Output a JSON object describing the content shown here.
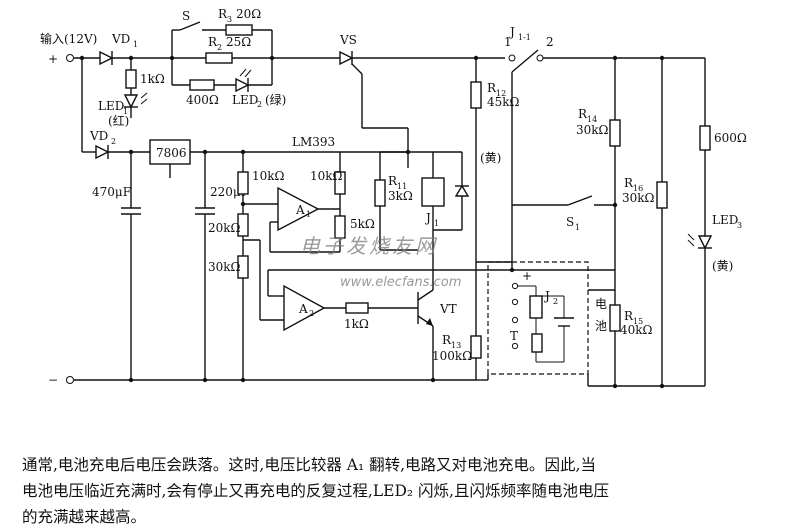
{
  "labels": {
    "input": "输入(12V)",
    "vd1": "VD",
    "vd1_sub": "1",
    "s_switch": "S",
    "r3": "R",
    "r3_sub": "3",
    "r3_val": "20Ω",
    "r2": "R",
    "r2_sub": "2",
    "r2_val": "25Ω",
    "vs": "VS",
    "j_contact": "J",
    "j_contact_sub": "1-1",
    "contact_1": "1",
    "contact_2": "2",
    "r_1k_a": "1kΩ",
    "led1": "LED",
    "led1_sub": "1",
    "led1_color": "(红)",
    "r_400": "400Ω",
    "led2": "LED",
    "led2_sub": "2",
    "led2_color": "(绿)",
    "vd2": "VD",
    "vd2_sub": "2",
    "reg_7806": "7806",
    "lm393": "LM393",
    "c_470": "470μF",
    "c_220": "220μF",
    "r_10k_a": "10kΩ",
    "r_10k_b": "10kΩ",
    "r_20k": "20kΩ",
    "r_30k": "30kΩ",
    "r_5k": "5kΩ",
    "a1": "A",
    "a1_sub": "1",
    "a2": "A",
    "a2_sub": "2",
    "r_1k_b": "1kΩ",
    "r11": "R",
    "r11_sub": "11",
    "r11_val": "3kΩ",
    "j1": "J",
    "j1_sub": "1",
    "vt": "VT",
    "r13": "R",
    "r13_sub": "13",
    "r13_val": "100kΩ",
    "r12": "R",
    "r12_sub": "12",
    "r12_val": "45kΩ",
    "yellow_a": "(黄)",
    "r14": "R",
    "r14_sub": "14",
    "r14_val": "30kΩ",
    "s1": "S",
    "s1_sub": "1",
    "r16": "R",
    "r16_sub": "16",
    "r16_val": "30kΩ",
    "r15": "R",
    "r15_sub": "15",
    "r15_val": "40kΩ",
    "r_600": "600Ω",
    "led3": "LED",
    "led3_sub": "3",
    "yellow_b": "(黄)",
    "battery_1": "电",
    "battery_2": "池",
    "j2": "J",
    "j2_sub": "2",
    "t_label": "T",
    "plus_in": "+",
    "plus_batt": "+",
    "minus_in": "−"
  },
  "caption": {
    "line1": "通常,电池充电后电压会跌落。这时,电压比较器 A₁ 翻转,电路又对电池充电。因此,当",
    "line2": "电池电压临近充满时,会有停止又再充电的反复过程,LED₂ 闪烁,且闪烁频率随电池电压",
    "line3": "的充满越来越高。"
  },
  "watermark": {
    "text": "电子发烧友网",
    "url": "www.elecfans.com"
  }
}
